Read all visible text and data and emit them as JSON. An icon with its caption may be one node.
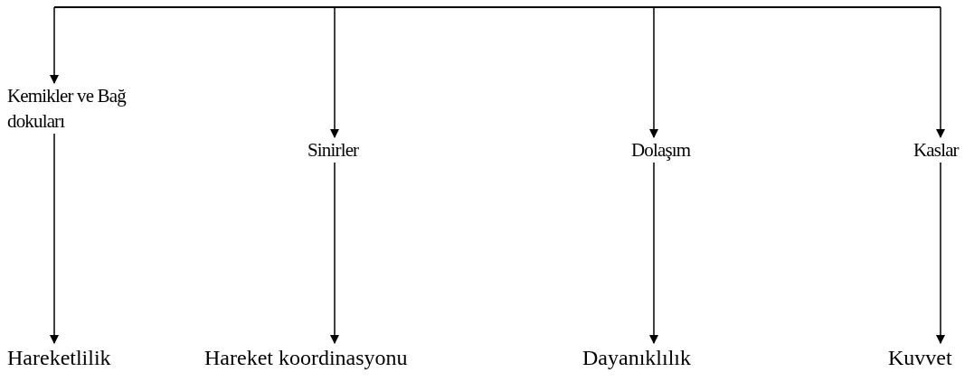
{
  "diagram": {
    "nodes": [
      {
        "text": [
          "Kemikler ve Bağ dokuları"
        ]
      },
      {
        "text": [
          "Sinirler"
        ]
      },
      {
        "text": [
          "Dolaşım"
        ]
      },
      {
        "text": [
          "Kaslar"
        ]
      },
      {
        "text": [
          "Hareketlilik"
        ]
      },
      {
        "text": [
          "Hareket koordinasyonu"
        ]
      },
      {
        "text": [
          "Dayanıklılık"
        ]
      },
      {
        "text": [
          "Kuvvet"
        ]
      }
    ],
    "edges": [
      {
        "from": null,
        "to": 0,
        "arrow": "to"
      },
      {
        "from": null,
        "to": 1,
        "arrow": "to"
      },
      {
        "from": null,
        "to": 2,
        "arrow": "to"
      },
      {
        "from": null,
        "to": 3,
        "arrow": "to"
      },
      {
        "from": 0,
        "to": 4,
        "arrow": "to"
      },
      {
        "from": 1,
        "to": 5,
        "arrow": "to"
      },
      {
        "from": 2,
        "to": 6,
        "arrow": "to"
      },
      {
        "from": 3,
        "to": 7,
        "arrow": "to"
      }
    ]
  }
}
